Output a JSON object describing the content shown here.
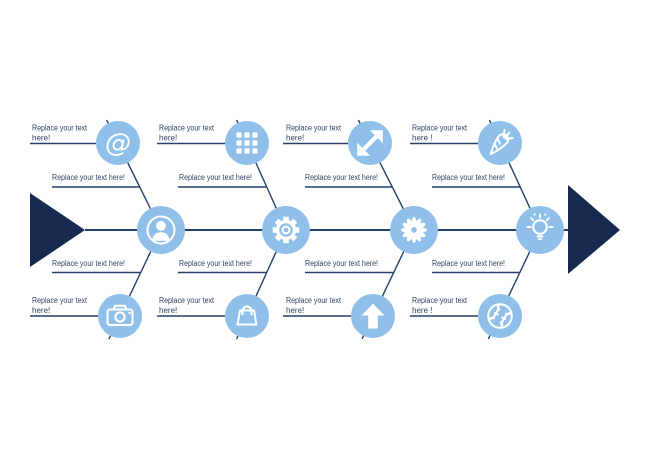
{
  "diagram_type": "fishbone-template",
  "colors": {
    "arrow_navy": "#16294E",
    "line_navy": "#24406B",
    "node_blue": "#90C0E9",
    "icon_white": "#FFFFFF",
    "label_text": "#2E4366",
    "background": "#FFFFFF"
  },
  "nodes": {
    "spine": [
      {
        "icon": "user-icon"
      },
      {
        "icon": "gear-icon"
      },
      {
        "icon": "starburst-icon"
      },
      {
        "icon": "lightbulb-icon"
      }
    ],
    "top": [
      {
        "icon": "at-sign-icon",
        "glyph": "@"
      },
      {
        "icon": "grid-dots-icon"
      },
      {
        "icon": "diagonal-arrows-icon"
      },
      {
        "icon": "carrot-icon"
      }
    ],
    "bottom": [
      {
        "icon": "camera-icon"
      },
      {
        "icon": "shopping-bag-icon"
      },
      {
        "icon": "up-arrow-icon"
      },
      {
        "icon": "baseball-icon"
      }
    ]
  },
  "labels": {
    "top_outer": [
      {
        "line1": "Replace your text",
        "line2": "here!"
      },
      {
        "line1": "Replace your text",
        "line2": "here!"
      },
      {
        "line1": "Replace your text",
        "line2": "here!"
      },
      {
        "line1": "Replace your text",
        "line2": "here !"
      }
    ],
    "top_inner": [
      {
        "text": "Replace your text here!"
      },
      {
        "text": "Replace your text here!"
      },
      {
        "text": "Replace your text here!"
      },
      {
        "text": "Replace your text here!"
      }
    ],
    "bottom_inner": [
      {
        "text": "Replace your text here!"
      },
      {
        "text": "Replace your text here!"
      },
      {
        "text": "Replace your text here!"
      },
      {
        "text": "Replace your text here!"
      }
    ],
    "bottom_outer": [
      {
        "line1": "Replace your text",
        "line2": "here!"
      },
      {
        "line1": "Replace your text",
        "line2": "here!"
      },
      {
        "line1": "Replace your text",
        "line2": "here!"
      },
      {
        "line1": "Replace your text",
        "line2": "here !"
      }
    ]
  }
}
